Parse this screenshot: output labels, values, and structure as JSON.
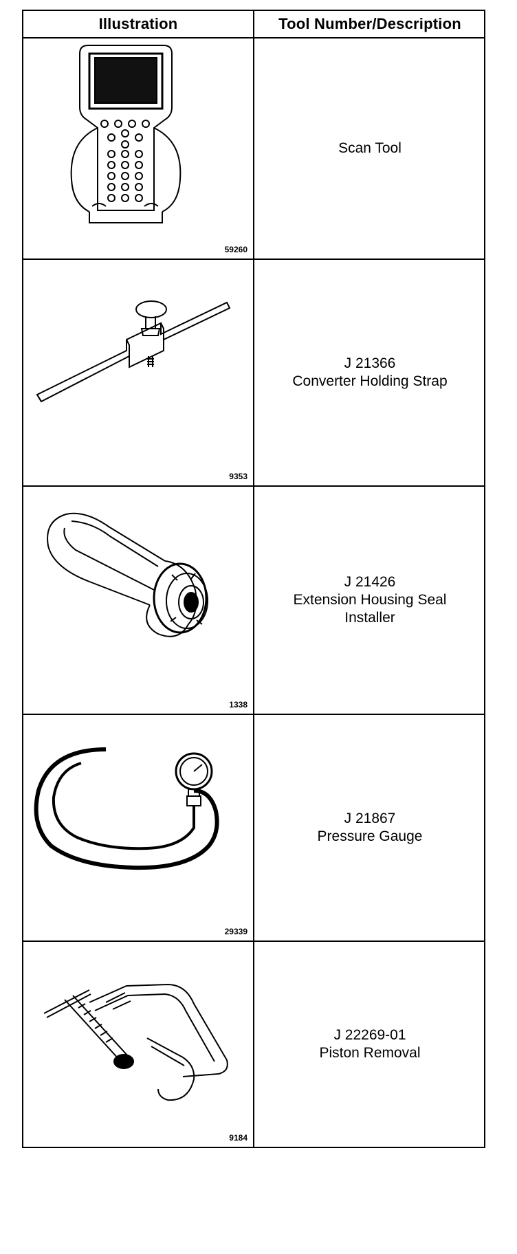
{
  "table": {
    "headers": {
      "illustration": "Illustration",
      "tool": "Tool Number/Description"
    },
    "rows": [
      {
        "image_code": "59260",
        "tool_number": "",
        "description": "Scan Tool",
        "illustration_icon": "scan-tool-icon"
      },
      {
        "image_code": "9353",
        "tool_number": "J 21366",
        "description": "Converter Holding Strap",
        "illustration_icon": "holding-strap-icon"
      },
      {
        "image_code": "1338",
        "tool_number": "J 21426",
        "description": "Extension Housing Seal Installer",
        "illustration_icon": "seal-installer-icon"
      },
      {
        "image_code": "29339",
        "tool_number": "J 21867",
        "description": "Pressure Gauge",
        "illustration_icon": "pressure-gauge-icon"
      },
      {
        "image_code": "9184",
        "tool_number": "J 22269-01",
        "description": "Piston Removal",
        "illustration_icon": "piston-removal-icon"
      }
    ]
  }
}
